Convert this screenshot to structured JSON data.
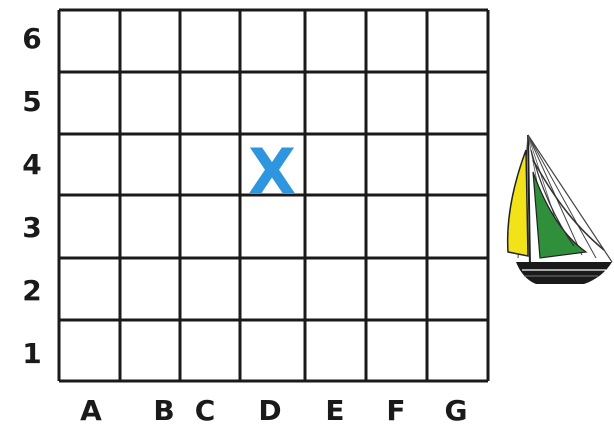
{
  "grid": {
    "row_labels": [
      "6",
      "5",
      "4",
      "3",
      "2",
      "1"
    ],
    "column_labels": [
      "A",
      "B",
      "C",
      "D",
      "E",
      "F",
      "G"
    ]
  },
  "marker": {
    "text": "X",
    "column": "D",
    "row": "4",
    "color": "#2e95df"
  },
  "sailboat": {
    "icon": "sailboat-icon",
    "colors": {
      "jib": "#f2e21a",
      "mainsail": "#2f8f3a",
      "hull": "#1a1a1a",
      "rigging": "#333333"
    }
  }
}
